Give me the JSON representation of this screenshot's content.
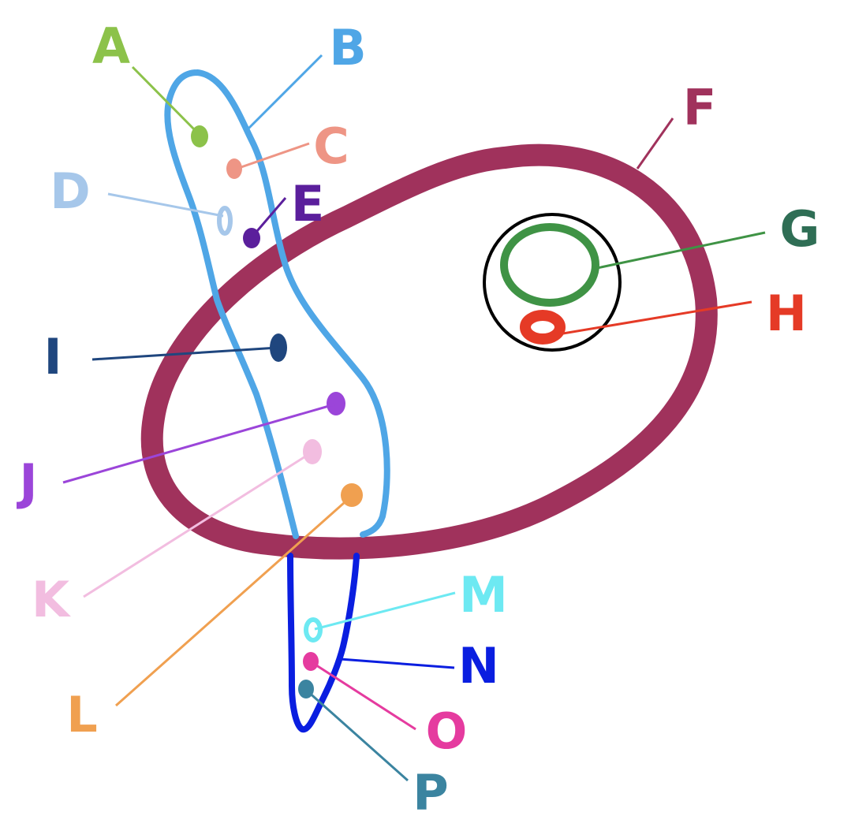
{
  "labels": {
    "A": {
      "text": "A",
      "color": "#8cc24a"
    },
    "B": {
      "text": "B",
      "color": "#4fa6e6"
    },
    "C": {
      "text": "C",
      "color": "#ee9585"
    },
    "D": {
      "text": "D",
      "color": "#a6c7ea"
    },
    "E": {
      "text": "E",
      "color": "#5b1f9c"
    },
    "F": {
      "text": "F",
      "color": "#a0325c"
    },
    "G": {
      "text": "G",
      "color": "#2f6e55"
    },
    "H": {
      "text": "H",
      "color": "#e53a26"
    },
    "I": {
      "text": "I",
      "color": "#1f467e"
    },
    "J": {
      "text": "J",
      "color": "#9b45d9"
    },
    "K": {
      "text": "K",
      "color": "#f2bde0"
    },
    "L": {
      "text": "L",
      "color": "#f0a050"
    },
    "M": {
      "text": "M",
      "color": "#6de9f2"
    },
    "N": {
      "text": "N",
      "color": "#0a1ee0"
    },
    "O": {
      "text": "O",
      "color": "#e53b9f"
    },
    "P": {
      "text": "P",
      "color": "#3b84a0"
    }
  },
  "colors": {
    "cell_membrane": "#a0325c",
    "nuclear_envelope": "#000000",
    "inner_ring": "#3f9345",
    "outer_process": "#4fa6e6",
    "lower_process": "#0a1ee0",
    "background": "#ffffff"
  }
}
